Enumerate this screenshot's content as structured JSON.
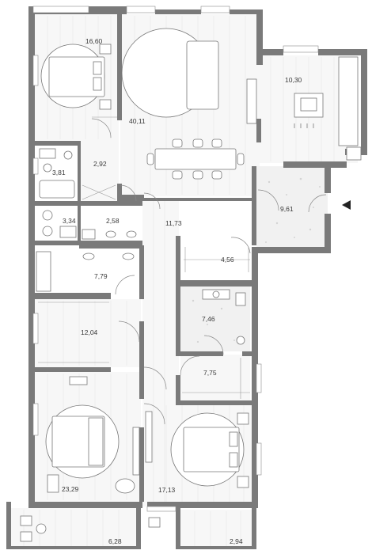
{
  "plan": {
    "colors": {
      "wall": "#7a7a7a",
      "floor": "#f7f7f7",
      "text": "#3a3a3a"
    },
    "rooms": [
      {
        "id": "bedroom-nw",
        "area": "16,60"
      },
      {
        "id": "living-room",
        "area": "40,11"
      },
      {
        "id": "kitchen",
        "area": "10,30"
      },
      {
        "id": "bathroom-nw",
        "area": "3,81"
      },
      {
        "id": "corridor-nw",
        "area": "2,92"
      },
      {
        "id": "laundry",
        "area": "3,34"
      },
      {
        "id": "wc-small",
        "area": "2,58"
      },
      {
        "id": "hall",
        "area": "11,73"
      },
      {
        "id": "entrance",
        "area": "9,61"
      },
      {
        "id": "closet-center",
        "area": "4,56"
      },
      {
        "id": "bathroom-west",
        "area": "7,79"
      },
      {
        "id": "bathroom-center",
        "area": "7,46"
      },
      {
        "id": "bedroom-west",
        "area": "12,04"
      },
      {
        "id": "dressing",
        "area": "7,75"
      },
      {
        "id": "bedroom-sw",
        "area": "23,29"
      },
      {
        "id": "bedroom-se",
        "area": "17,13"
      },
      {
        "id": "balcony-sw",
        "area": "6,28"
      },
      {
        "id": "balcony-se",
        "area": "2,94"
      }
    ],
    "entry_marker": "entry-arrow-icon"
  }
}
